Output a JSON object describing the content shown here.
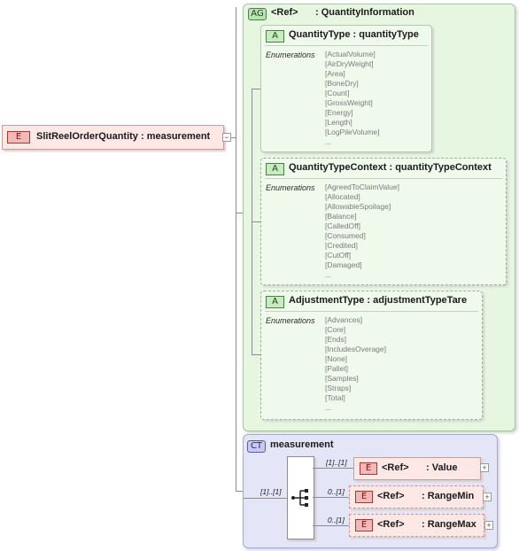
{
  "root_element": {
    "badge": "E",
    "label": "SlitReelOrderQuantity : measurement"
  },
  "attribute_group": {
    "badge": "AG",
    "ref": "<Ref>",
    "name": ": QuantityInformation"
  },
  "attributes": [
    {
      "badge": "A",
      "name": "QuantityType : quantityType",
      "enum_label": "Enumerations",
      "values": [
        "[ActualVolume]",
        "[AirDryWeight]",
        "[Area]",
        "[BoneDry]",
        "[Count]",
        "[GrossWeight]",
        "[Energy]",
        "[Length]",
        "[LogPileVolume]",
        "..."
      ]
    },
    {
      "badge": "A",
      "name": "QuantityTypeContext : quantityTypeContext",
      "enum_label": "Enumerations",
      "values": [
        "[AgreedToClaimValue]",
        "[Allocated]",
        "[AllowableSpoilage]",
        "[Balance]",
        "[CalledOff]",
        "[Consumed]",
        "[Credited]",
        "[CutOff]",
        "[Damaged]",
        "..."
      ]
    },
    {
      "badge": "A",
      "name": "AdjustmentType : adjustmentTypeTare",
      "enum_label": "Enumerations",
      "values": [
        "[Advances]",
        "[Core]",
        "[Ends]",
        "[IncludesOverage]",
        "[None]",
        "[Pallet]",
        "[Samples]",
        "[Straps]",
        "[Total]",
        "..."
      ]
    }
  ],
  "complex_type": {
    "badge": "CT",
    "name": "measurement",
    "multiplicity": "[1]..[1]"
  },
  "children": [
    {
      "badge": "E",
      "ref": "<Ref>",
      "name": ": Value",
      "multiplicity": "[1]..[1]",
      "expand": "+"
    },
    {
      "badge": "E",
      "ref": "<Ref>",
      "name": ": RangeMin",
      "multiplicity": "0..[1]",
      "expand": "+"
    },
    {
      "badge": "E",
      "ref": "<Ref>",
      "name": ": RangeMax",
      "multiplicity": "0..[1]",
      "expand": "+"
    }
  ],
  "colors": {
    "attribute_group_bg": "#e6f6e1",
    "complex_type_bg": "#e4e5f7",
    "element_bg": "#fde8e6",
    "connector": "#8c8c8c"
  }
}
